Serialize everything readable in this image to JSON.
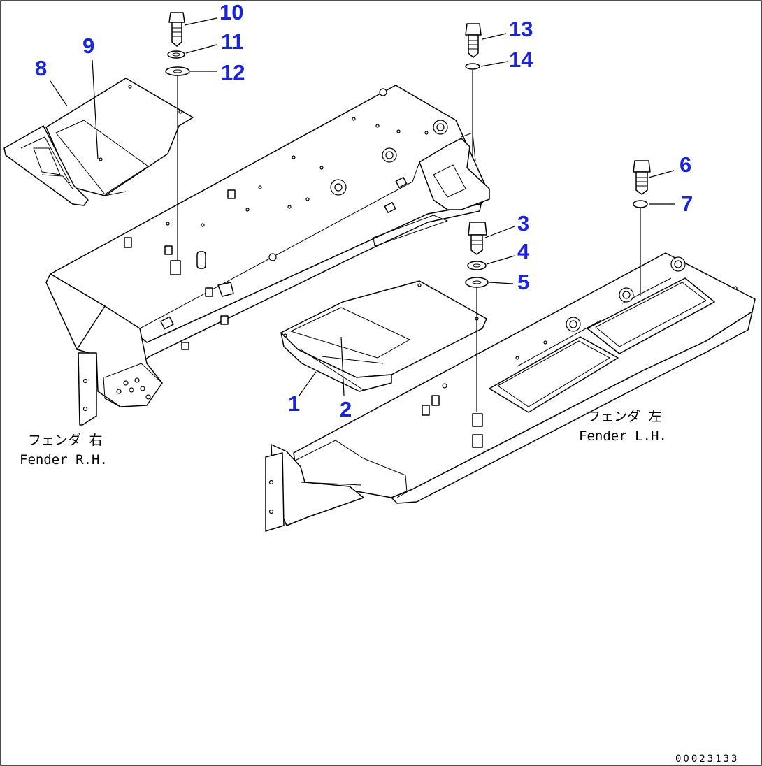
{
  "callouts": {
    "c1": "1",
    "c2": "2",
    "c3": "3",
    "c4": "4",
    "c5": "5",
    "c6": "6",
    "c7": "7",
    "c8": "8",
    "c9": "9",
    "c10": "10",
    "c11": "11",
    "c12": "12",
    "c13": "13",
    "c14": "14"
  },
  "captions": {
    "fender_rh_jp": "フェンダ 右",
    "fender_rh_en": "Fender R.H.",
    "fender_lh_jp": "フェンダ 左",
    "fender_lh_en": "Fender L.H."
  },
  "document_number": "00023133",
  "colors": {
    "callout": "#1a24e0",
    "line": "#000000",
    "background": "#ffffff"
  }
}
